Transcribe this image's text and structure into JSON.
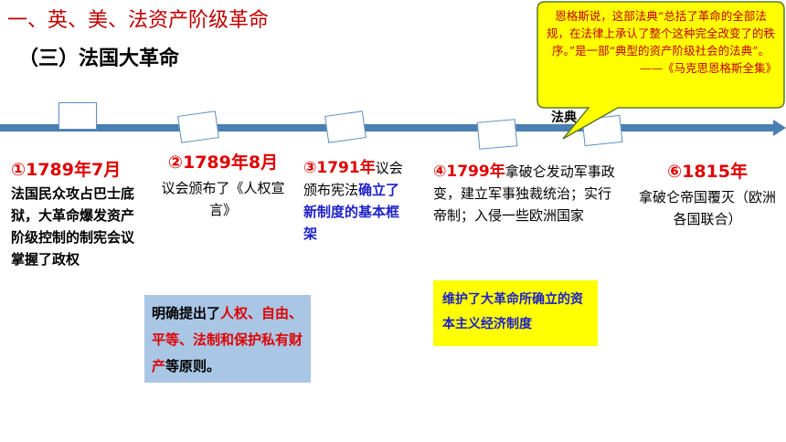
{
  "header": {
    "title": "一、英、美、法资产阶级革命",
    "subtitle": "（三）法国大革命"
  },
  "events": [
    {
      "date": "①1789年7月",
      "text": "法国民众攻占巴士底狱，大革命爆发资产阶级控制的制宪会议掌握了政权"
    },
    {
      "date": "②1789年8月",
      "text": "议会颁布了《人权宣言》"
    },
    {
      "date": "③1791年",
      "text_plain_1": "议会颁布宪法",
      "text_blue": "确立了新制度的基本框架"
    },
    {
      "date": "④1799年",
      "text": "拿破仑发动军事政变，建立军事独裁统治；实行帝制；入侵一些欧洲国家"
    },
    {
      "date": "⑥1815年",
      "text": "拿破仑帝国覆灭（欧洲各国联合）"
    }
  ],
  "blue_box": {
    "prefix": "明确提出了",
    "highlight": "人权、自由、平等、法制和保护私有财产",
    "suffix": "等原则。"
  },
  "yellow_box": {
    "text": "维护了大革命所确立的资本主义经济制度"
  },
  "callout": {
    "quote": "恩格斯说，这部法典“总括了革命的全部法规，在法律上承认了整个这种完全改变了的秩序。”是一部“典型的资产阶级社会的法典”。",
    "source": "——《马克思恩格斯全集》"
  },
  "partial_text": "法典"
}
